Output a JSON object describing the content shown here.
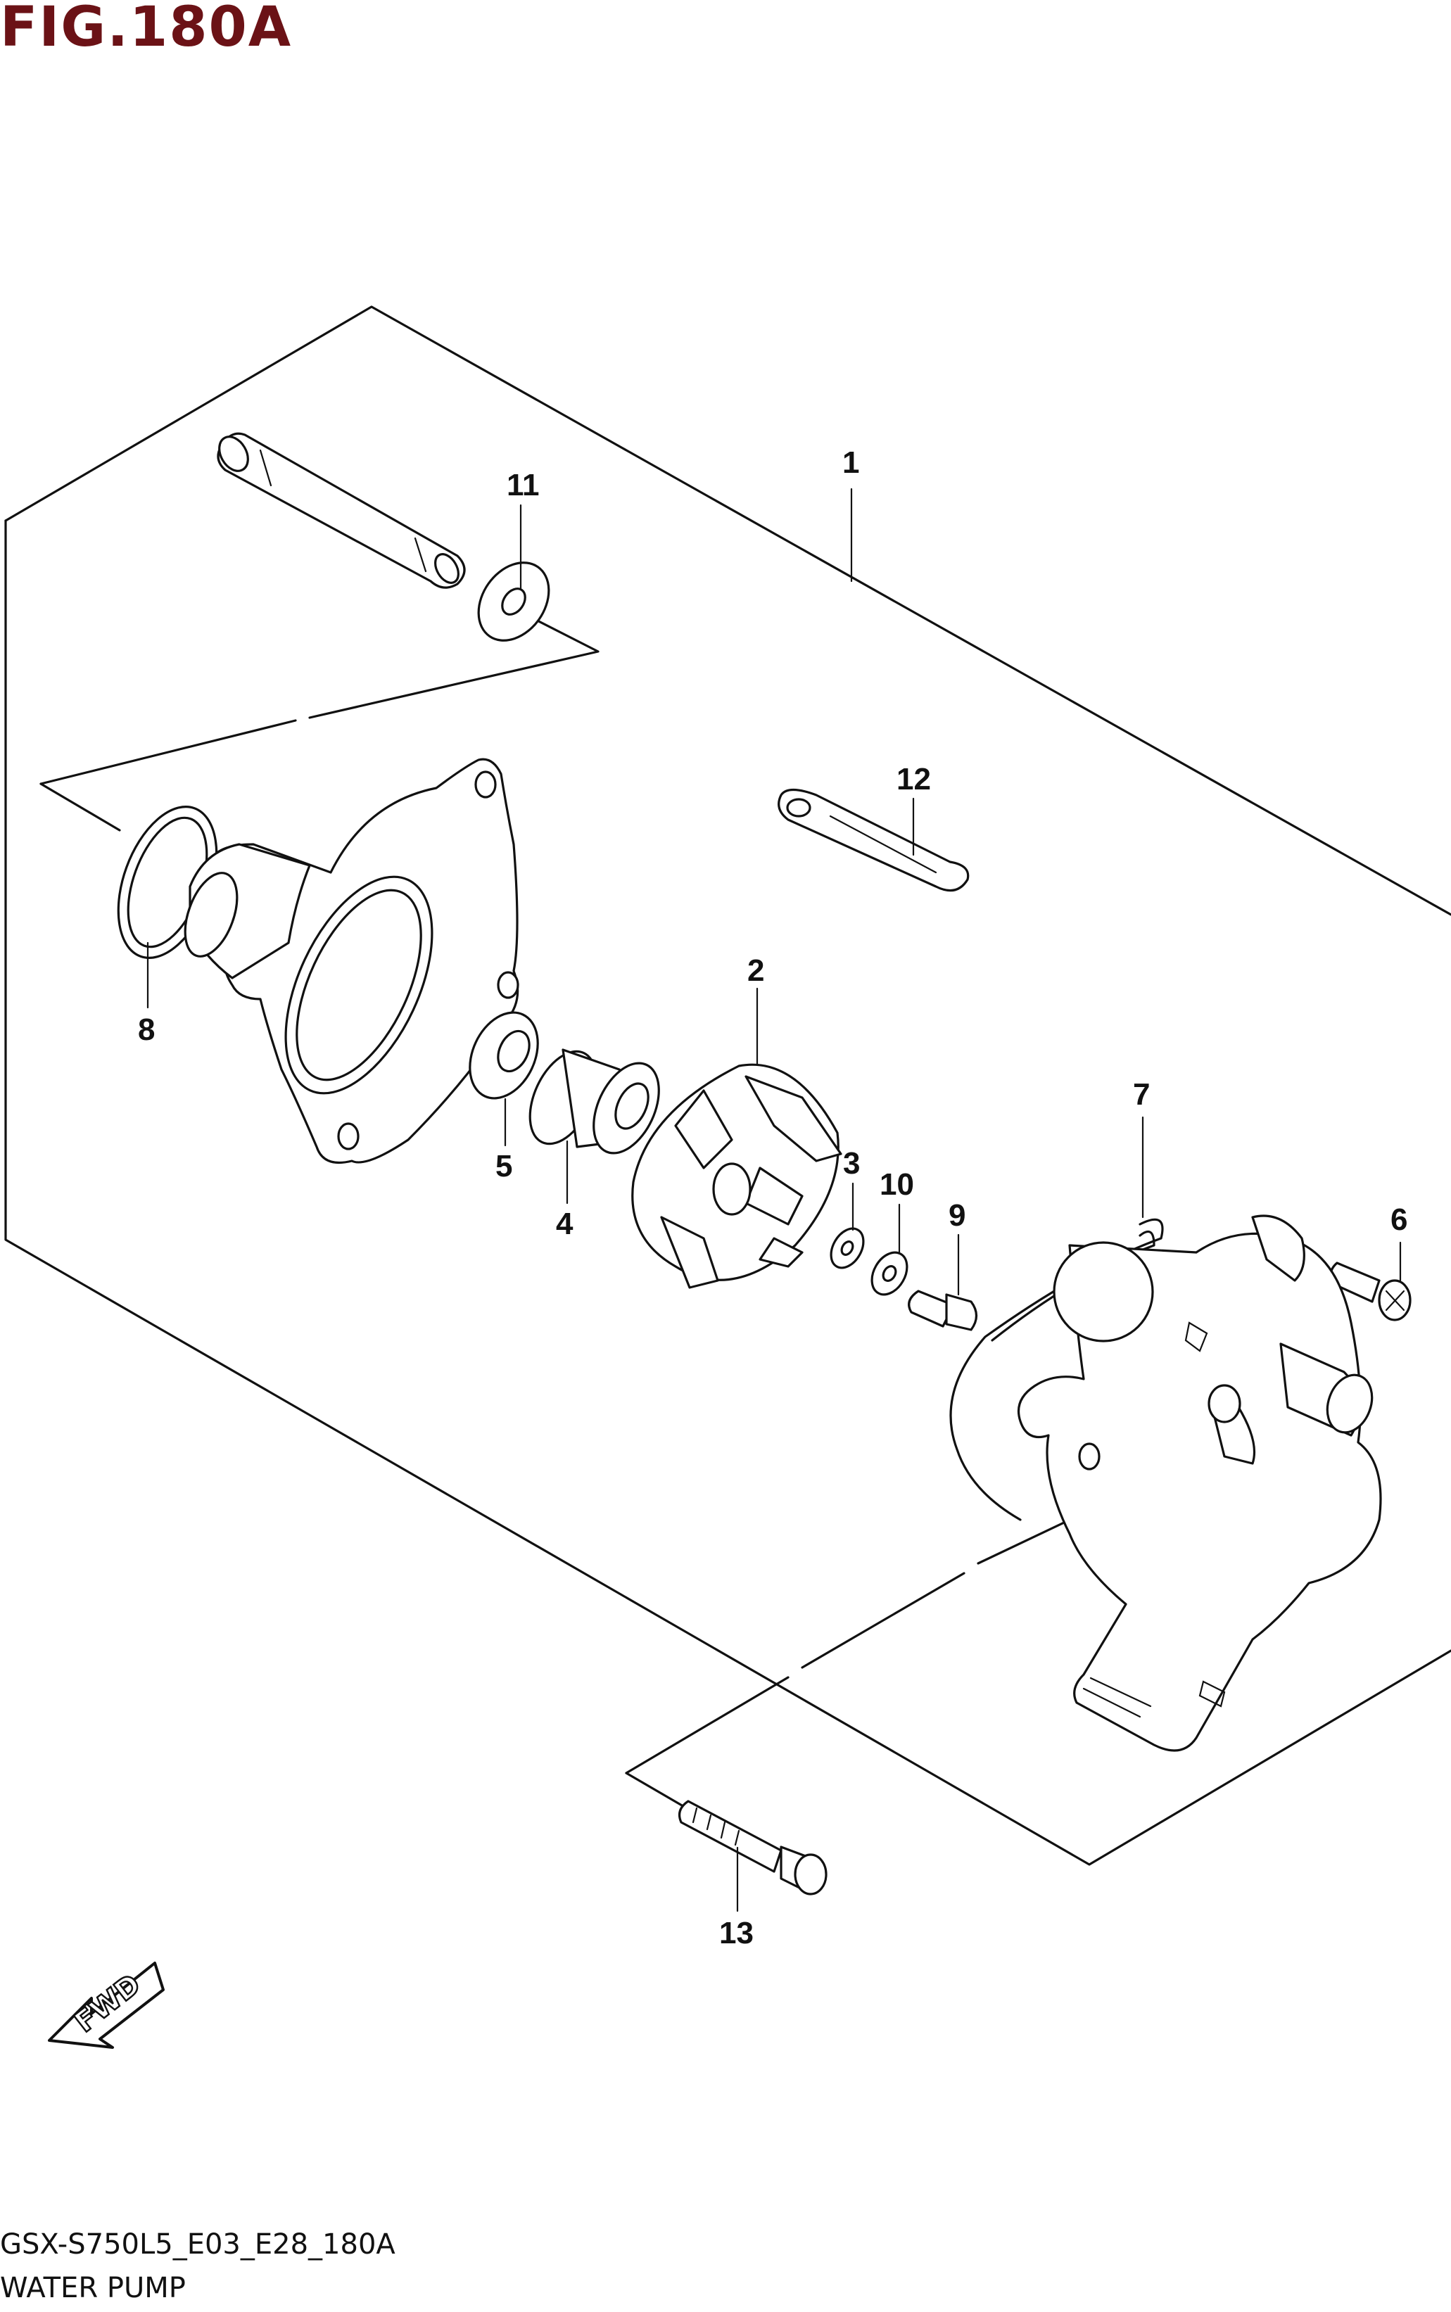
{
  "figure": {
    "title": "FIG.180A",
    "model_code": "GSX-S750L5_E03_E28_180A",
    "section_name": "WATER PUMP"
  },
  "callouts": [
    {
      "id": "1",
      "label": "1"
    },
    {
      "id": "2",
      "label": "2"
    },
    {
      "id": "3",
      "label": "3"
    },
    {
      "id": "4",
      "label": "4"
    },
    {
      "id": "5",
      "label": "5"
    },
    {
      "id": "6",
      "label": "6"
    },
    {
      "id": "7",
      "label": "7"
    },
    {
      "id": "8",
      "label": "8"
    },
    {
      "id": "9",
      "label": "9"
    },
    {
      "id": "10",
      "label": "10"
    },
    {
      "id": "11",
      "label": "11"
    },
    {
      "id": "12",
      "label": "12"
    },
    {
      "id": "13",
      "label": "13"
    }
  ],
  "direction_marker": {
    "label": "FWD",
    "icon": "fwd-arrow-icon"
  },
  "colors": {
    "title": "#6b1216",
    "line": "#111111"
  }
}
